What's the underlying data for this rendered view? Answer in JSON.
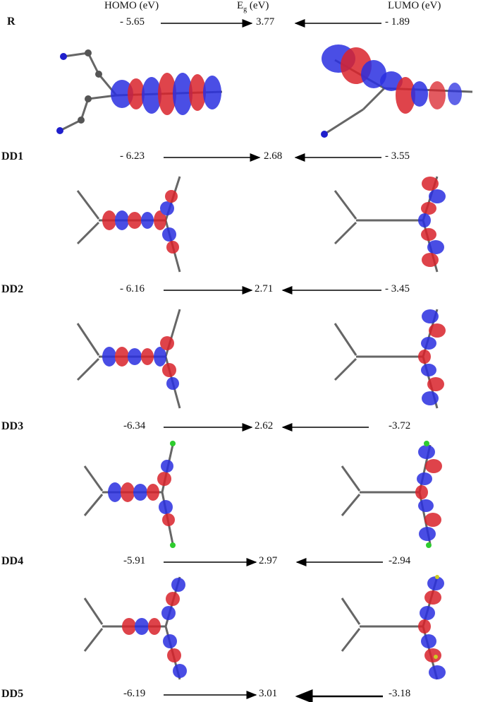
{
  "header": {
    "homo": "HOMO (eV)",
    "eg_main": "E",
    "eg_sub": "g",
    "eg_unit": " (eV)",
    "lumo": "LUMO (eV)"
  },
  "rows": [
    {
      "label": "R",
      "homo": "- 5.65",
      "eg": "3.77",
      "lumo": "- 1.89"
    },
    {
      "label": "DD1",
      "homo": "- 6.23",
      "eg": "2.68",
      "lumo": "- 3.55"
    },
    {
      "label": "DD2",
      "homo": "- 6.16",
      "eg": "2.71",
      "lumo": "- 3.45"
    },
    {
      "label": "DD3",
      "homo": "-6.34",
      "eg": "2.62",
      "lumo": "-3.72"
    },
    {
      "label": "DD4",
      "homo": "-5.91",
      "eg": "2.97",
      "lumo": "-2.94"
    },
    {
      "label": "DD5",
      "homo": "-6.19",
      "eg": "3.01",
      "lumo": "-3.18"
    }
  ],
  "colors": {
    "orbital_pos": "#d9232b",
    "orbital_neg": "#2a2fe0",
    "carbon": "#555555",
    "hydrogen": "#cfcfcf",
    "nitrogen": "#1f1fcc",
    "oxygen": "#cc1111"
  }
}
